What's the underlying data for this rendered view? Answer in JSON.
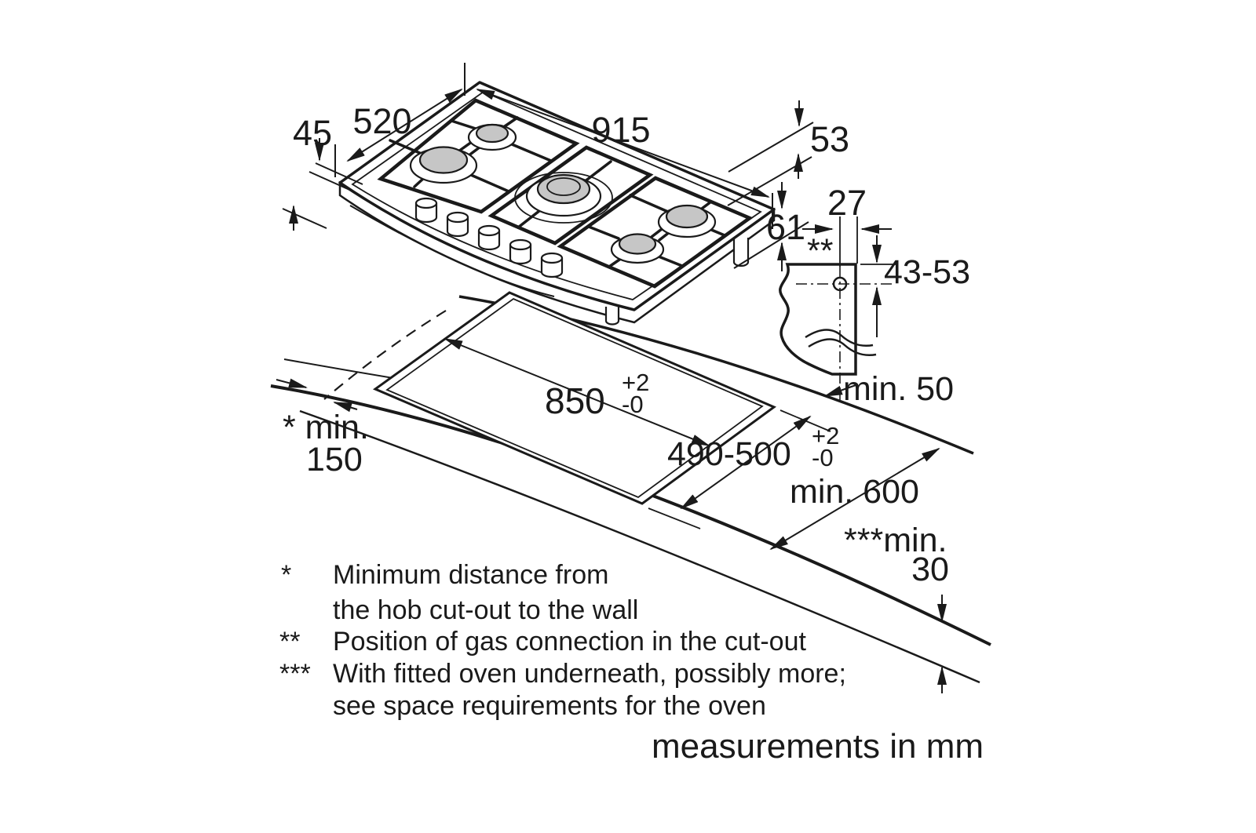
{
  "dims": {
    "d45": "45",
    "d520": "520",
    "d915": "915",
    "d53": "53",
    "d61": "61",
    "d27": "27",
    "gas_mark": "**",
    "d43_53": "43-53",
    "d850": "850",
    "d850_tol_plus": "+2",
    "d850_tol_minus": "-0",
    "d490_500": "490-500",
    "d490_tol_plus": "+2",
    "d490_tol_minus": "-0",
    "dmin50": "min. 50",
    "dmin600": "min. 600",
    "dmin150_line1": "* min.",
    "dmin150_line2": "150",
    "dmin30_label": "***min.",
    "dmin30_value": "30"
  },
  "notes": {
    "n1_sym": "*",
    "n1_line1": "Minimum distance from",
    "n1_line2": "the hob cut-out to the wall",
    "n2_sym": "**",
    "n2_line1": "Position of gas connection in the cut-out",
    "n3_sym": "***",
    "n3_line1": "With fitted oven underneath, possibly more;",
    "n3_line2": "see space requirements for the oven",
    "units": "measurements in mm"
  },
  "colors": {
    "line": "#1a1a1a",
    "burner_fill": "#c6c6c6",
    "background": "#ffffff"
  }
}
